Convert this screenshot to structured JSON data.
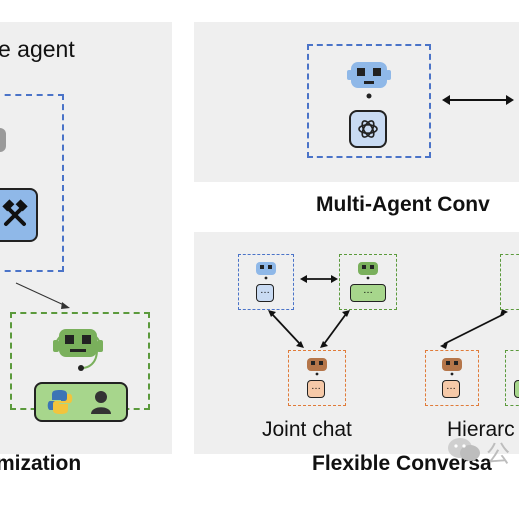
{
  "left_panel": {
    "agent_label": "e agent",
    "caption": "mization"
  },
  "top_right_panel": {
    "caption": "Multi-Agent Conv"
  },
  "bottom_right_panel": {
    "caption": "Flexible Conversa",
    "joint_label": "Joint chat",
    "hier_label": "Hierarc"
  },
  "watermark": {
    "text": "公"
  },
  "colors": {
    "panel_bg": "#efefef",
    "blue_dash": "#4a73c8",
    "green_dash": "#5b9a3c",
    "orange_dash": "#e07b39",
    "robot_blue": "#8fb8e8",
    "robot_green": "#7ab05c",
    "robot_brown": "#b5764a",
    "chip_green": "#a7d68c",
    "chip_blue": "#c9dbf3",
    "chip_orange": "#f6c9a8"
  },
  "icons": [
    "robot-icon",
    "openai-icon",
    "tools-icon",
    "python-icon",
    "person-icon",
    "ellipsis-icon",
    "double-arrow-icon",
    "wechat-icon"
  ]
}
